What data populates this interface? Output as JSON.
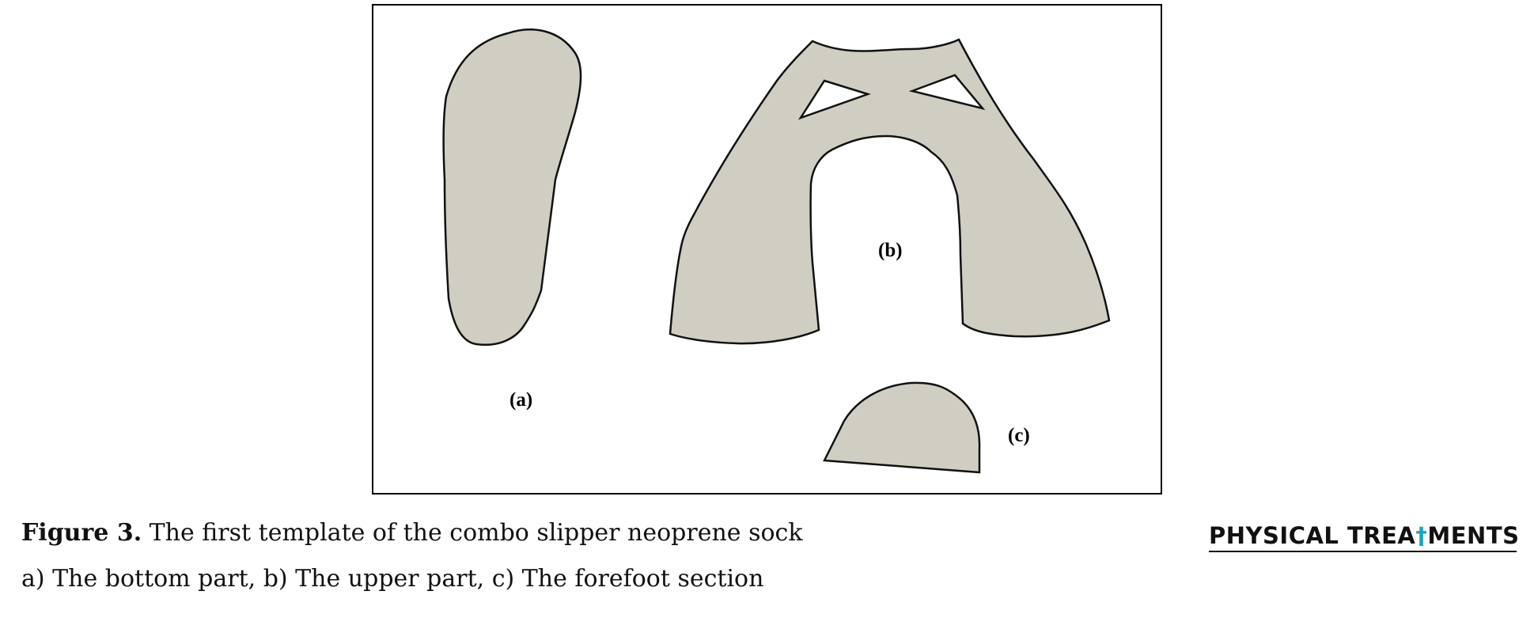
{
  "figure": {
    "panel_labels": {
      "a": "(a)",
      "b": "(b)",
      "c": "(c)"
    },
    "shape_fill": "#d0cdc3",
    "shape_stroke": "#111111"
  },
  "caption": {
    "label": "Figure 3.",
    "title": " The first template of the combo slipper neoprene sock",
    "subcaption": "a) The bottom part, b) The upper part, c) The forefoot section"
  },
  "logo": {
    "text_before": "PHYSICAL TREA",
    "figure_glyph": "†",
    "text_after": "MENTS",
    "accent_color": "#1aa3c8"
  }
}
